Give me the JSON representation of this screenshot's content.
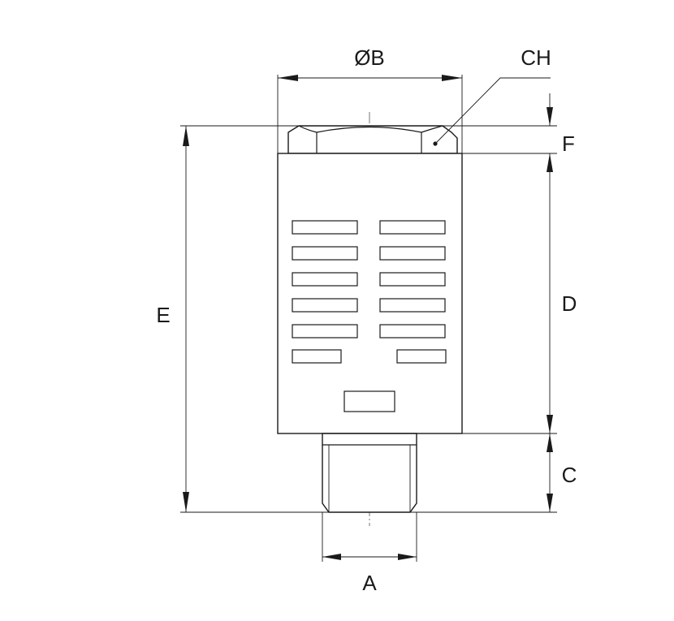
{
  "dimensions": {
    "ob": "ØB",
    "ch": "CH",
    "f": "F",
    "d": "D",
    "e": "E",
    "c": "C",
    "a": "A"
  }
}
